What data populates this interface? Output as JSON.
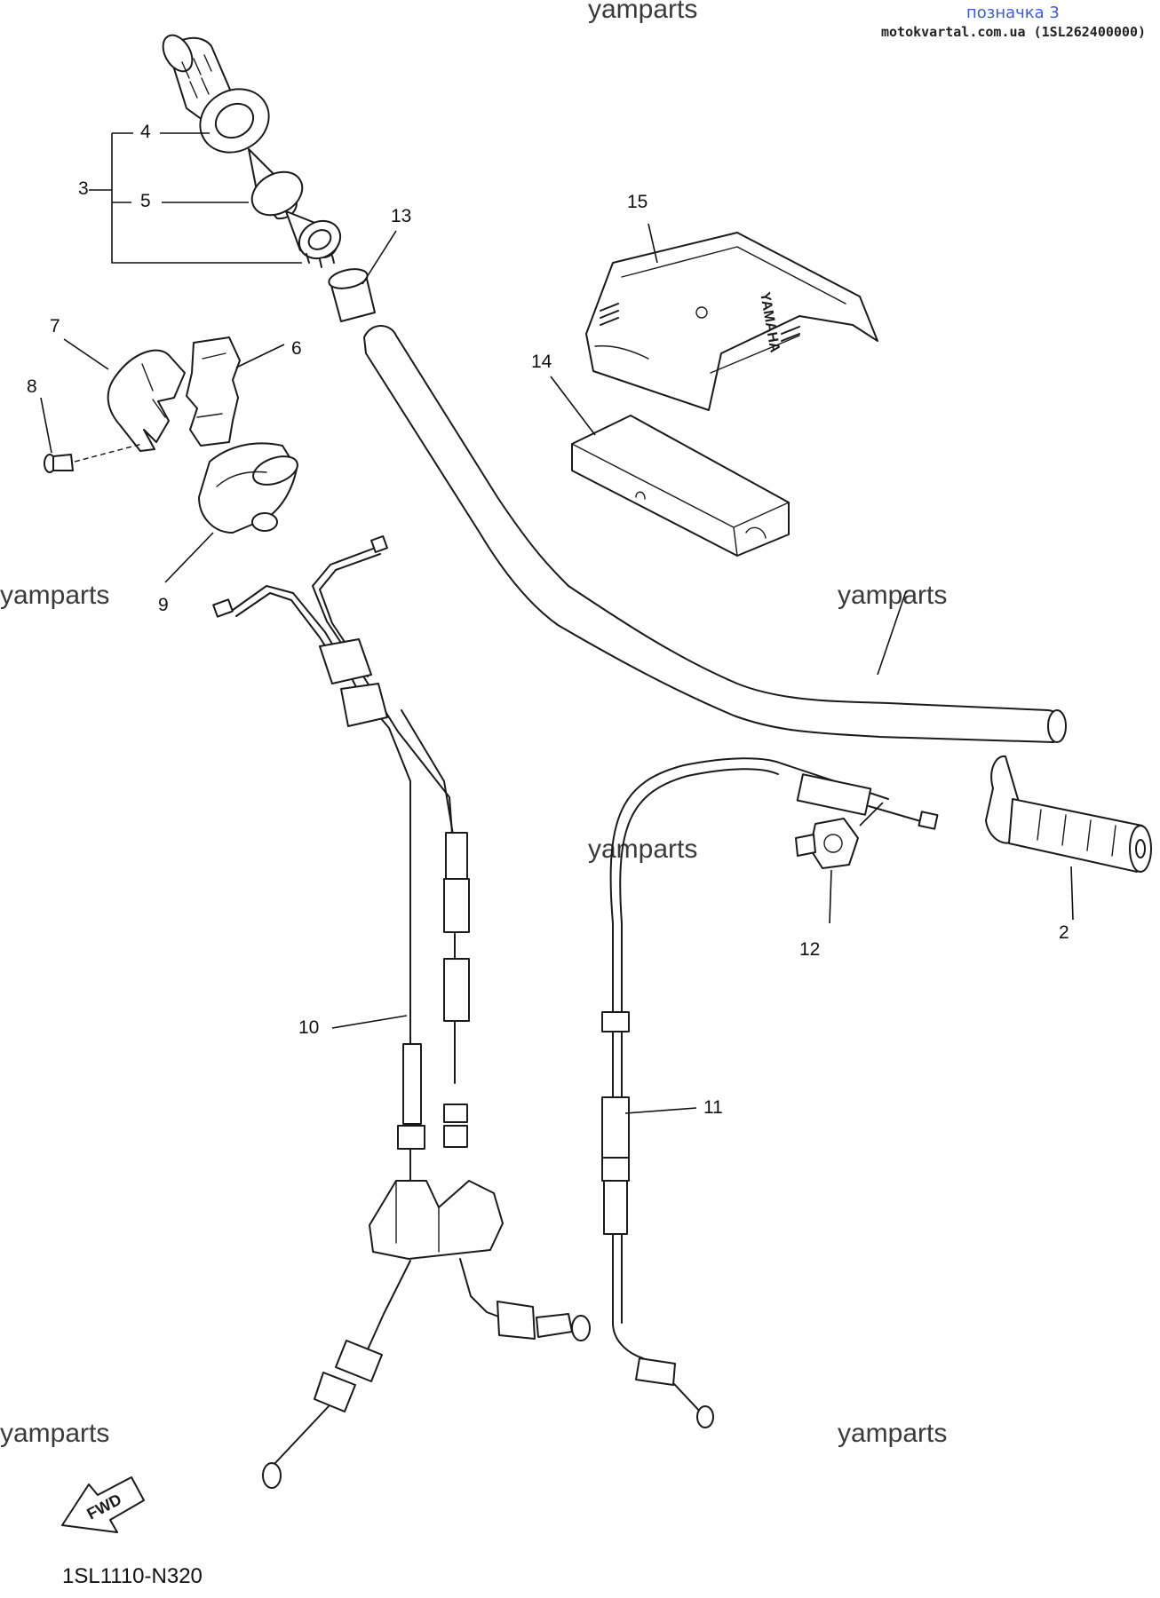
{
  "header": {
    "page_label": "позначка 3",
    "source": "motokvartal.com.ua (1SL262400000)"
  },
  "watermark": "yamparts",
  "callouts": {
    "c2": "2",
    "c3": "3",
    "c4": "4",
    "c5": "5",
    "c6": "6",
    "c7": "7",
    "c8": "8",
    "c9": "9",
    "c10": "10",
    "c11": "11",
    "c12": "12",
    "c13": "13",
    "c14": "14",
    "c15": "15"
  },
  "fwd_label": "FWD",
  "cover_brand": "YAMAHA",
  "diagram_code": "1SL1110-N320",
  "colors": {
    "line": "#1a1a1a",
    "header_link": "#3b5bd6",
    "watermark": "#3a3a3a"
  }
}
